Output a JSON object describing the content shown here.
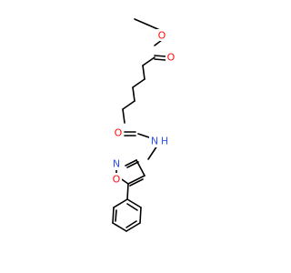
{
  "molecule": {
    "atoms": {
      "methoxy_o": "O",
      "carbonyl_o_ester": "O",
      "carbonyl_o_amide": "O",
      "amide_n": "N",
      "amide_h": "H",
      "isoxazole_n": "N",
      "isoxazole_o": "O"
    },
    "colors": {
      "carbon_bond": "#000000",
      "oxygen": "#ff0d0d",
      "nitrogen": "#3050f8",
      "background": "#ffffff"
    }
  }
}
